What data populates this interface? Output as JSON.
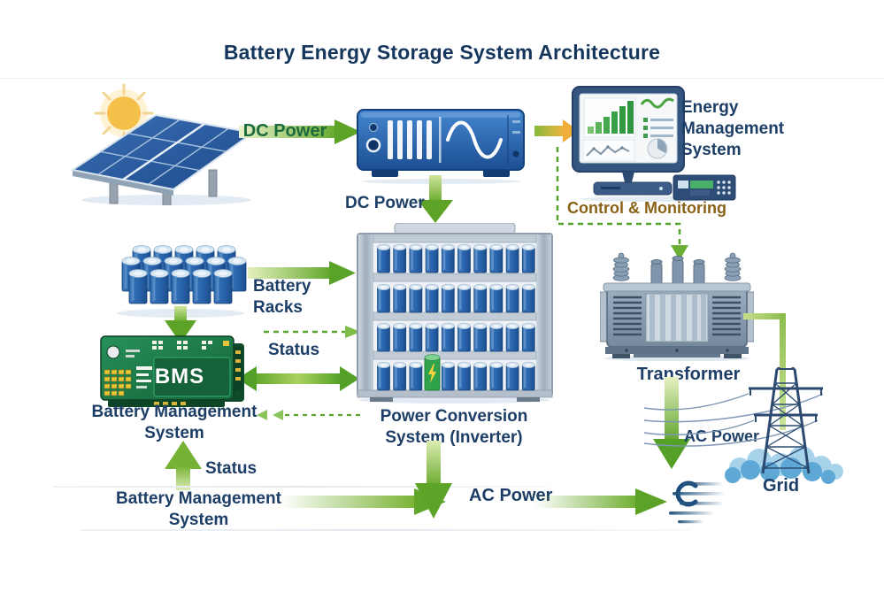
{
  "title": "Battery Energy Storage System Architecture",
  "labels": {
    "dc_power_solar": "DC Power",
    "dc_power_inverter": "DC Power",
    "control_monitoring": "Control & Monitoring",
    "battery_racks": "Battery Racks",
    "status_rack": "Status",
    "status_bottom": "Status",
    "ac_power_grid": "AC Power",
    "ac_power_bottom": "AC Power"
  },
  "components": {
    "ems": "Energy Management System",
    "bms_chip": "BMS",
    "bms_caption": "Battery Management System",
    "bms_caption_bottom": "Battery Management System",
    "pcs": "Power Conversion System (Inverter)",
    "transformer": "Transformer",
    "grid": "Grid"
  },
  "colors": {
    "title_navy": "#14365c",
    "label_navy": "#1d3e66",
    "dc_label_green": "#1c6b3c",
    "control_brown": "#8a6217",
    "arrow_green": "#5fa42a",
    "arrow_light_green": "#e6f1c2",
    "arrow_yellow": "#f0b23e",
    "dashed_green": "#55a12b",
    "battery_blue": "#2a66ae",
    "pcb_green": "#1e7a47",
    "grid_blue": "#2c4a70"
  }
}
